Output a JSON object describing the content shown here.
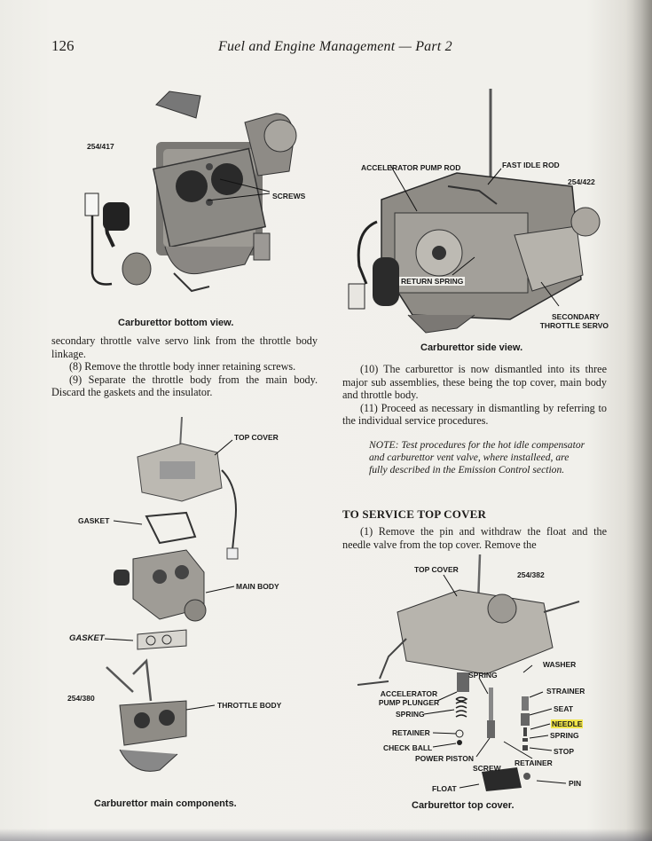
{
  "header": {
    "page_number": "126",
    "running_title": "Fuel and Engine Management — Part 2"
  },
  "figures": {
    "bottom_view": {
      "ref": "254/417",
      "labels": {
        "screws": "SCREWS"
      },
      "caption": "Carburettor bottom view."
    },
    "side_view": {
      "ref": "254/422",
      "labels": {
        "accelerator_pump_rod": "ACCELERATOR PUMP ROD",
        "fast_idle_rod": "FAST IDLE ROD",
        "return_spring": "RETURN SPRING",
        "secondary_throttle_servo_1": "SECONDARY",
        "secondary_throttle_servo_2": "THROTTLE SERVO"
      },
      "caption": "Carburettor side view."
    },
    "main_components": {
      "ref": "254/380",
      "labels": {
        "top_cover": "TOP COVER",
        "gasket": "GASKET",
        "main_body": "MAIN BODY",
        "gasket_2": "GASKET",
        "throttle_body": "THROTTLE BODY"
      },
      "caption": "Carburettor main components."
    },
    "top_cover": {
      "ref": "254/382",
      "labels": {
        "top_cover": "TOP COVER",
        "washer": "WASHER",
        "spring_top": "SPRING",
        "accelerator_1": "ACCELERATOR",
        "accelerator_2": "PUMP PLUNGER",
        "strainer": "STRAINER",
        "seat": "SEAT",
        "spring_left": "SPRING",
        "needle": "NEEDLE",
        "retainer_left": "RETAINER",
        "spring_right": "SPRING",
        "check_ball": "CHECK BALL",
        "stop": "STOP",
        "power_piston": "POWER PISTON",
        "retainer_right": "RETAINER",
        "screw": "SCREW",
        "float": "FLOAT",
        "pin": "PIN"
      },
      "caption": "Carburettor top cover."
    }
  },
  "left_column": {
    "para_continued": "secondary throttle valve servo link from the throttle body linkage.",
    "step_8": "(8)  Remove the throttle body inner retaining screws.",
    "step_9": "(9)  Separate the throttle body from the main body. Discard the gaskets and the insulator."
  },
  "right_column": {
    "step_10": "(10) The carburettor is now dismantled into its three major sub assemblies, these being the top cover, main body and throttle body.",
    "step_11": "(11) Proceed as necessary in dismantling by referring to the individual service procedures.",
    "note": "NOTE: Test procedures for the hot idle compensator and carburettor vent valve, where installeed, are fully described in the Emission Control section.",
    "section_heading": "TO SERVICE TOP COVER",
    "step_1": "(1)  Remove the pin and withdraw the float and the needle valve from the top cover. Remove the"
  }
}
